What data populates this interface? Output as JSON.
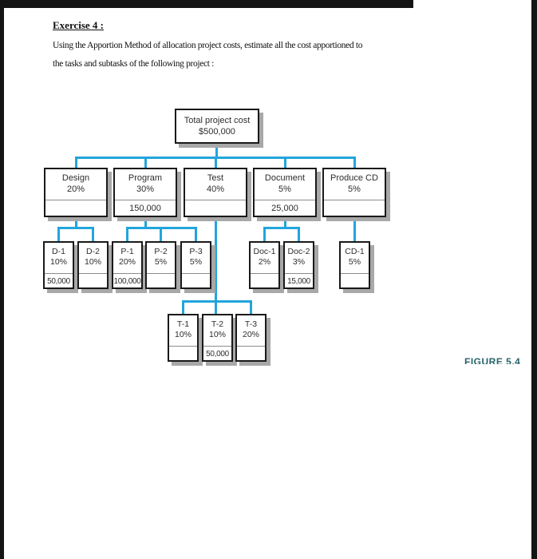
{
  "page": {
    "title": "Exercise 4 :",
    "body_line1": "Using the Apportion Method of allocation project costs, estimate all the cost apportioned to",
    "body_line2": "the tasks and subtasks of the following project :",
    "figure_caption": "FIGURE 5.4"
  },
  "colors": {
    "connector_blue": "#22a5dc",
    "box_border": "#1a1a1a",
    "box_shadow": "#a8a8a8",
    "divider_gray": "#8c8c8c",
    "caption_teal": "#26646b",
    "scan_border": "#141414"
  },
  "chart_data": {
    "type": "org-chart",
    "title": "Project cost apportionment tree",
    "root": {
      "name": "Total project cost",
      "value": "$500,000"
    },
    "tasks": [
      {
        "name": "Design",
        "percent": "20%",
        "value": ""
      },
      {
        "name": "Program",
        "percent": "30%",
        "value": "150,000"
      },
      {
        "name": "Test",
        "percent": "40%",
        "value": ""
      },
      {
        "name": "Document",
        "percent": "5%",
        "value": "25,000"
      },
      {
        "name": "Produce CD",
        "percent": "5%",
        "value": ""
      }
    ],
    "subtasks": [
      {
        "name": "D-1",
        "percent": "10%",
        "value": "50,000",
        "parent": "Design"
      },
      {
        "name": "D-2",
        "percent": "10%",
        "value": "",
        "parent": "Design"
      },
      {
        "name": "P-1",
        "percent": "20%",
        "value": "100,000",
        "parent": "Program"
      },
      {
        "name": "P-2",
        "percent": "5%",
        "value": "",
        "parent": "Program"
      },
      {
        "name": "P-3",
        "percent": "5%",
        "value": "",
        "parent": "Program"
      },
      {
        "name": "Doc-1",
        "percent": "2%",
        "value": "",
        "parent": "Document"
      },
      {
        "name": "Doc-2",
        "percent": "3%",
        "value": "15,000",
        "parent": "Document"
      },
      {
        "name": "CD-1",
        "percent": "5%",
        "value": "",
        "parent": "Produce CD"
      }
    ],
    "test_subtasks": [
      {
        "name": "T-1",
        "percent": "10%",
        "value": "",
        "parent": "Test"
      },
      {
        "name": "T-2",
        "percent": "10%",
        "value": "50,000",
        "parent": "Test"
      },
      {
        "name": "T-3",
        "percent": "20%",
        "value": "",
        "parent": "Test"
      }
    ]
  }
}
